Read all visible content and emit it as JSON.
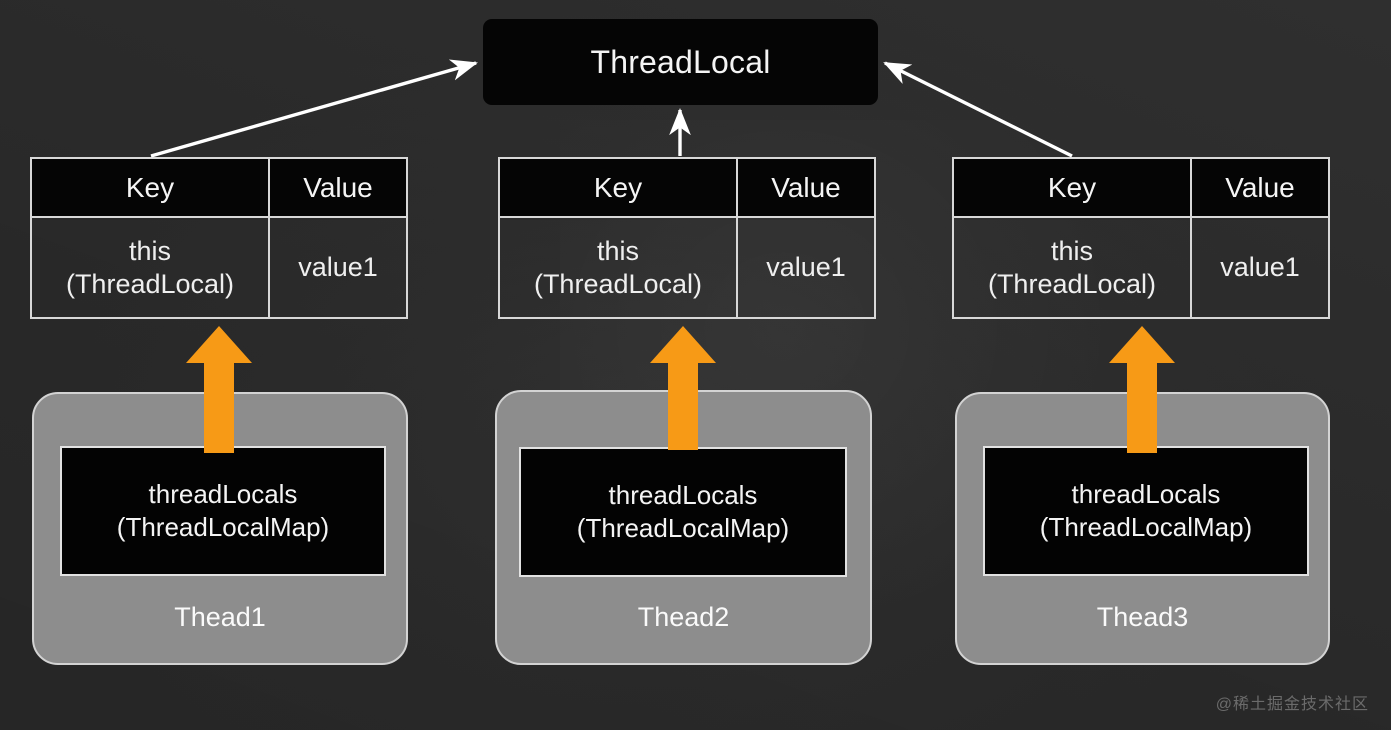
{
  "diagram": {
    "title": "ThreadLocal",
    "root_node": {
      "label": "ThreadLocal"
    },
    "table_headers": {
      "key": "Key",
      "value": "Value"
    },
    "entries": [
      {
        "key": "this\n(ThreadLocal)",
        "value": "value1"
      },
      {
        "key": "this\n(ThreadLocal)",
        "value": "value1"
      },
      {
        "key": "this\n(ThreadLocal)",
        "value": "value1"
      }
    ],
    "threads": [
      {
        "name": "Thead1",
        "map_line1": "threadLocals",
        "map_line2": "(ThreadLocalMap)"
      },
      {
        "name": "Thead2",
        "map_line1": "threadLocals",
        "map_line2": "(ThreadLocalMap)"
      },
      {
        "name": "Thead3",
        "map_line1": "threadLocals",
        "map_line2": "(ThreadLocalMap)"
      }
    ],
    "arrows": {
      "reference_arrow_name": "white-reference-arrow",
      "ownership_arrow_name": "orange-ownership-arrow",
      "orange_color": "#F79A16",
      "white_color": "#FFFFFF"
    },
    "colors": {
      "background": "#2E2E2E",
      "node_fill": "#050505",
      "thread_fill": "#8D8D8D",
      "border": "#D8D8D8",
      "text": "#F2F2F2",
      "accent_orange": "#F79A16",
      "watermark_text": "#6B6B6B"
    },
    "watermark": "@稀土掘金技术社区"
  }
}
